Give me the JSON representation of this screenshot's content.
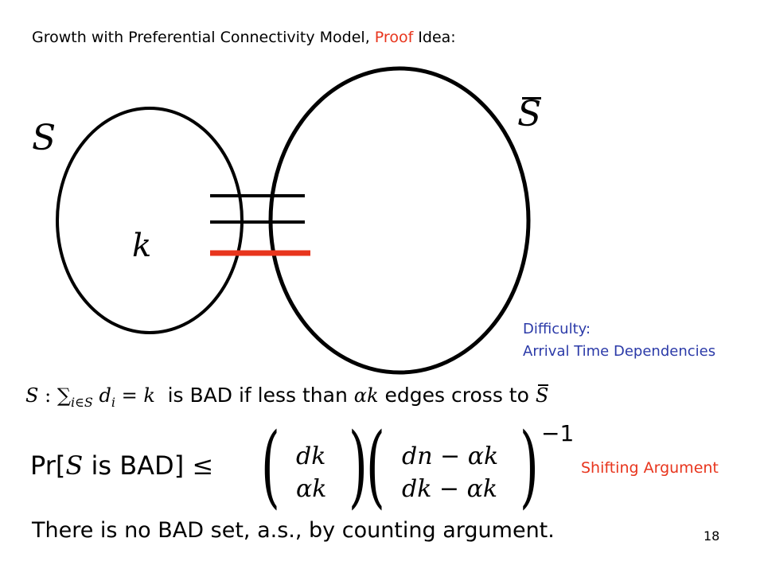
{
  "slide": {
    "title_part1": "Growth with Preferential Connectivity Model, ",
    "title_accent": "Proof",
    "title_part2": " Idea:",
    "accent_color": "#e8351d",
    "note_color": "#2b3aa8",
    "page_number": "18"
  },
  "diagram": {
    "set_label": "S",
    "complement_label": "S",
    "k_label": "k"
  },
  "notes": {
    "difficulty_line1": "Difficulty:",
    "difficulty_line2": "Arrival Time Dependencies",
    "shifting": "Shifting Argument"
  },
  "equations": {
    "eq1_S": "S",
    "eq1_colon": ":",
    "eq1_sum": "∑",
    "eq1_sub": "i∈S",
    "eq1_d": "d",
    "eq1_i": "i",
    "eq1_eq": "= k",
    "eq1_text1": "is BAD if less than",
    "eq1_alpha_k": "αk",
    "eq1_text2": "edges cross to",
    "eq1_Sbar": "S",
    "pr_prefix": "Pr[",
    "pr_S": "S",
    "pr_mid": " is BAD] ",
    "pr_leq": "≤",
    "binom1_top": "dk",
    "binom1_bot": "αk",
    "binom2_top": "dn − αk",
    "binom2_bot": "dk − αk",
    "exponent": "−1",
    "conclusion": "There is no BAD set, a.s., by counting argument."
  }
}
